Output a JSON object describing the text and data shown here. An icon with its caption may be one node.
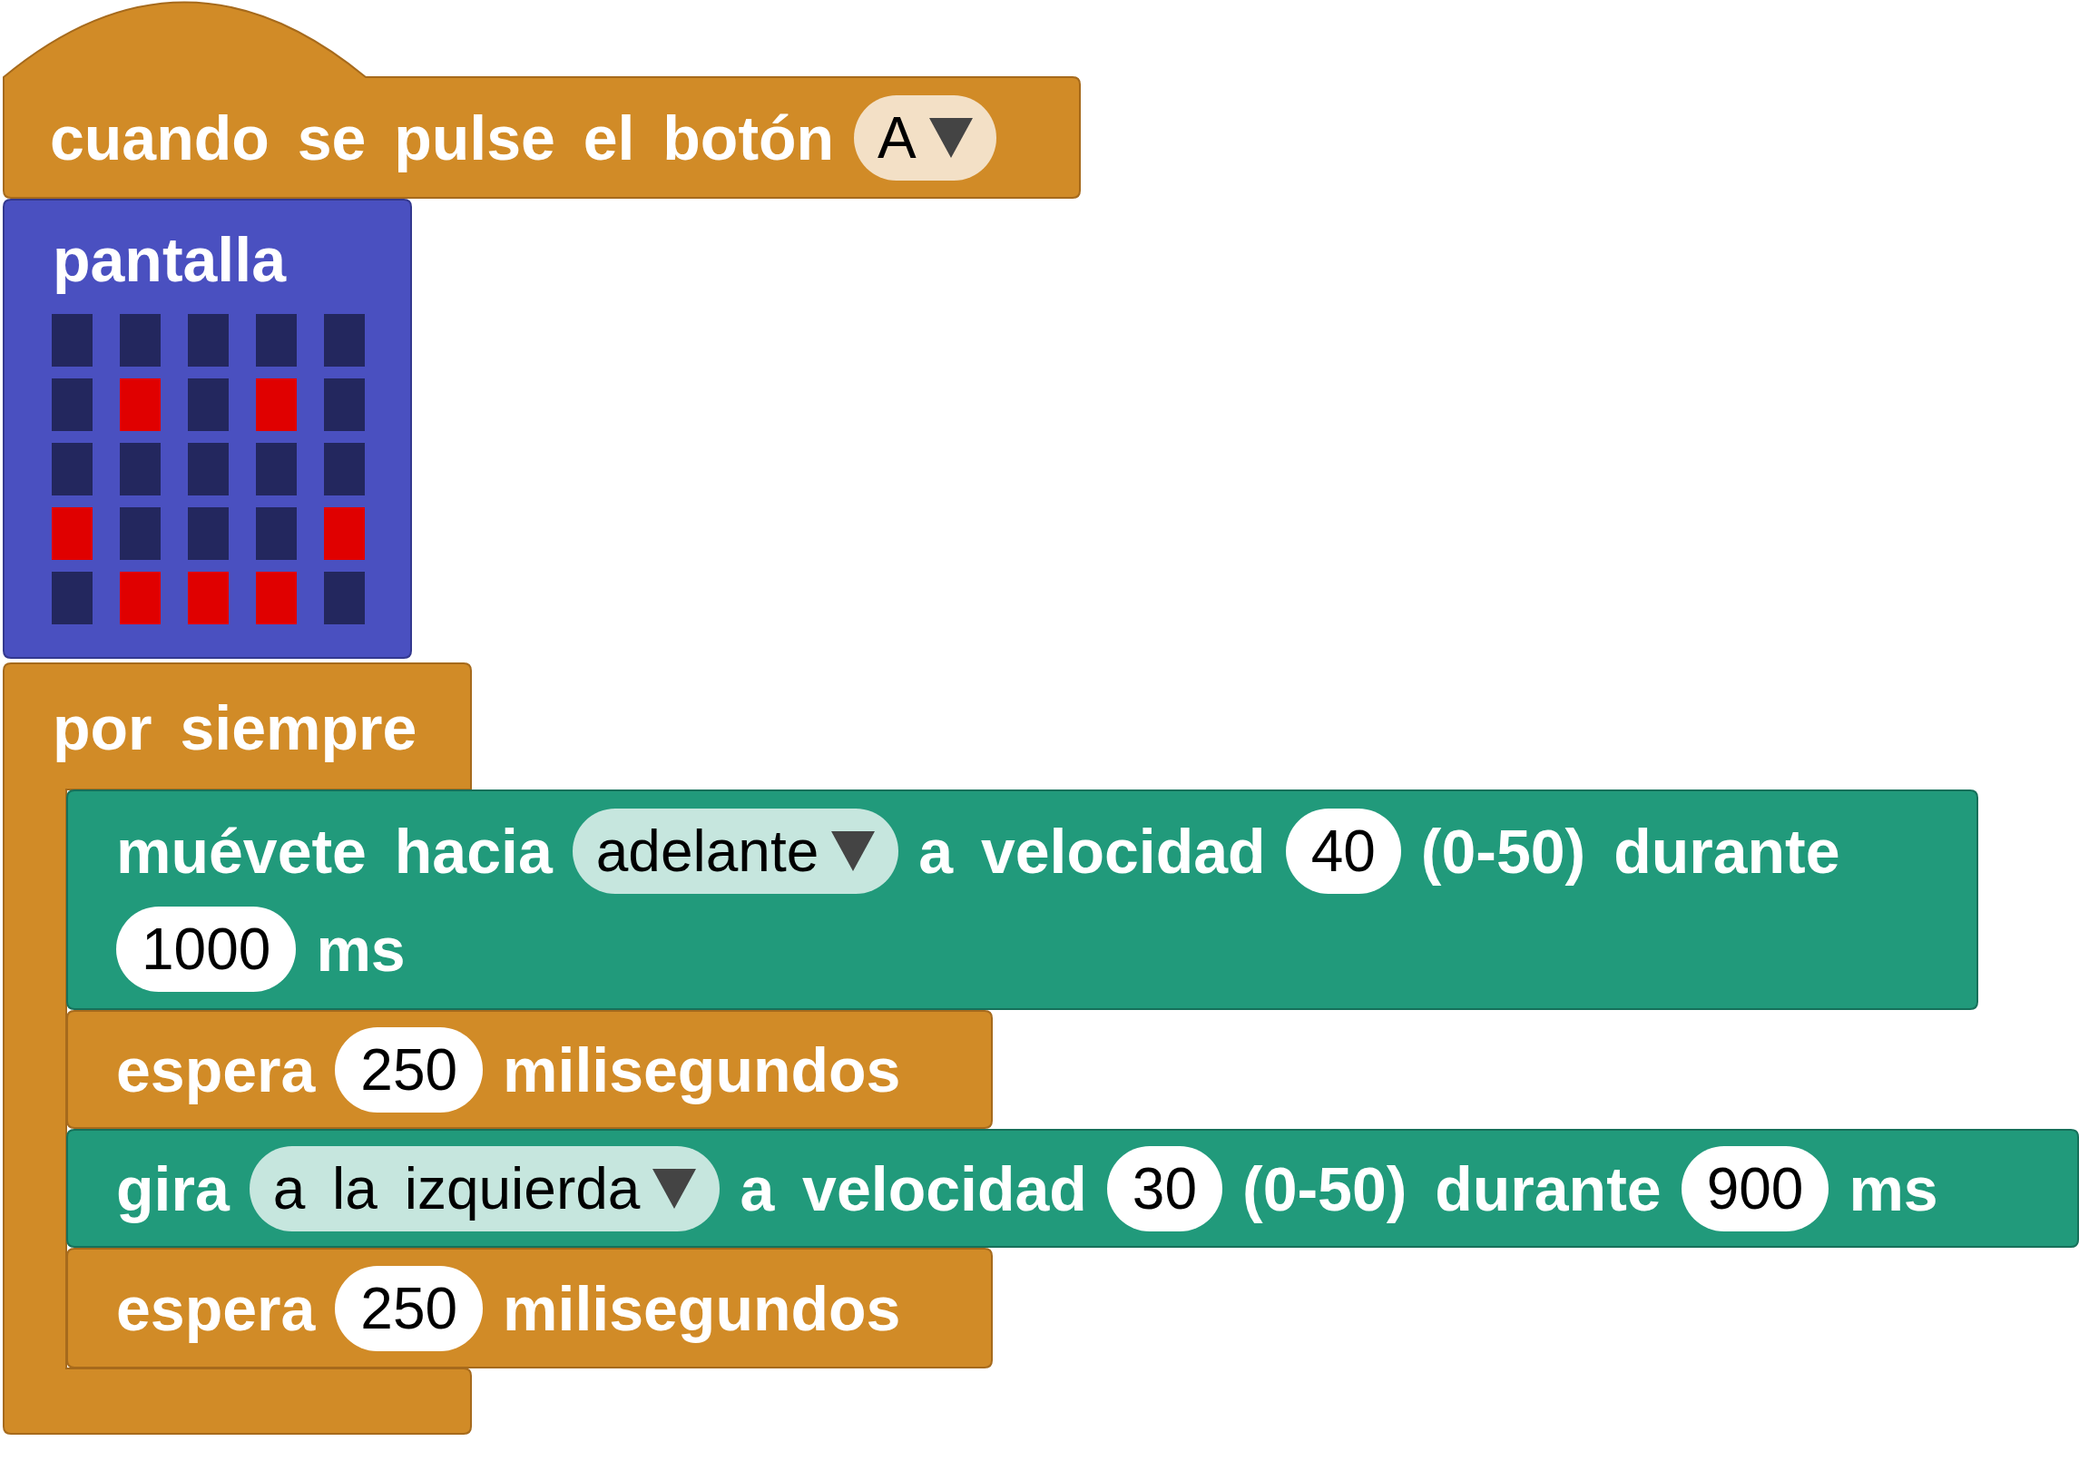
{
  "diagram": {
    "nodes": [
      {
        "text": [
          "cuando se pulse el botón"
        ]
      },
      {
        "text": [
          "A"
        ],
        "in": 0
      },
      {
        "text": [
          "pantalla"
        ]
      },
      {
        "text": [
          "por siempre"
        ]
      },
      {
        "text": [
          "muévete hacia",
          "a velocidad",
          "(0-50) durante",
          "ms"
        ]
      },
      {
        "text": [
          "adelante"
        ],
        "in": 4
      },
      {
        "text": [
          "40"
        ],
        "in": 4
      },
      {
        "text": [
          "1000"
        ],
        "in": 4
      },
      {
        "text": [
          "espera",
          "milisegundos"
        ]
      },
      {
        "text": [
          "250"
        ],
        "in": 8
      },
      {
        "text": [
          "gira",
          "a velocidad",
          "(0-50) durante",
          "ms"
        ]
      },
      {
        "text": [
          "a la izquierda"
        ],
        "in": 10
      },
      {
        "text": [
          "30"
        ],
        "in": 10
      },
      {
        "text": [
          "900"
        ],
        "in": 10
      },
      {
        "text": [
          "espera",
          "milisegundos"
        ]
      },
      {
        "text": [
          "250"
        ],
        "in": 14
      }
    ],
    "edges": []
  }
}
